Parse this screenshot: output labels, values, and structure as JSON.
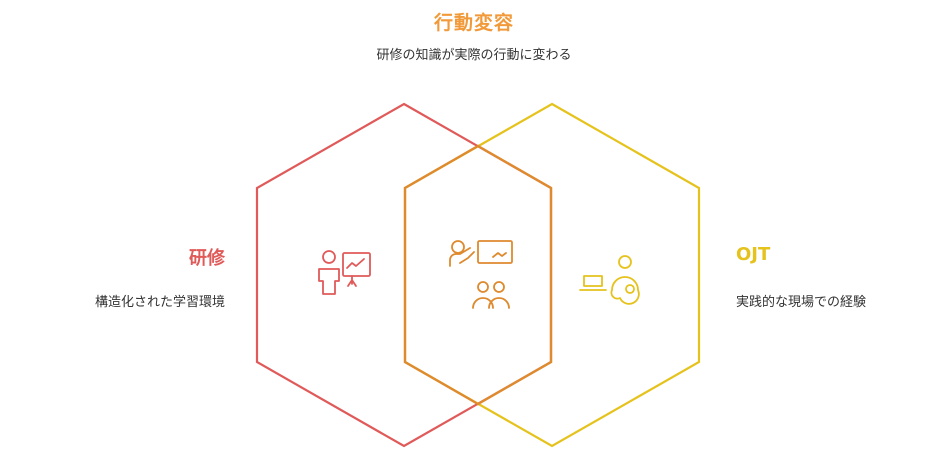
{
  "top": {
    "title": "行動変容",
    "subtitle": "研修の知識が実際の行動に変わる"
  },
  "left": {
    "title": "研修",
    "subtitle": "構造化された学習環境"
  },
  "right": {
    "title": "OJT",
    "subtitle": "実践的な現場での経験"
  },
  "icons": {
    "left": "presenter-at-board-icon",
    "center": "teacher-with-students-icon",
    "right": "person-with-laptop-icon"
  },
  "colors": {
    "left": "#e05a5a",
    "right": "#e5c21c",
    "overlap": "#de8a2e",
    "top_title": "#f29a3a",
    "text": "#333333"
  }
}
